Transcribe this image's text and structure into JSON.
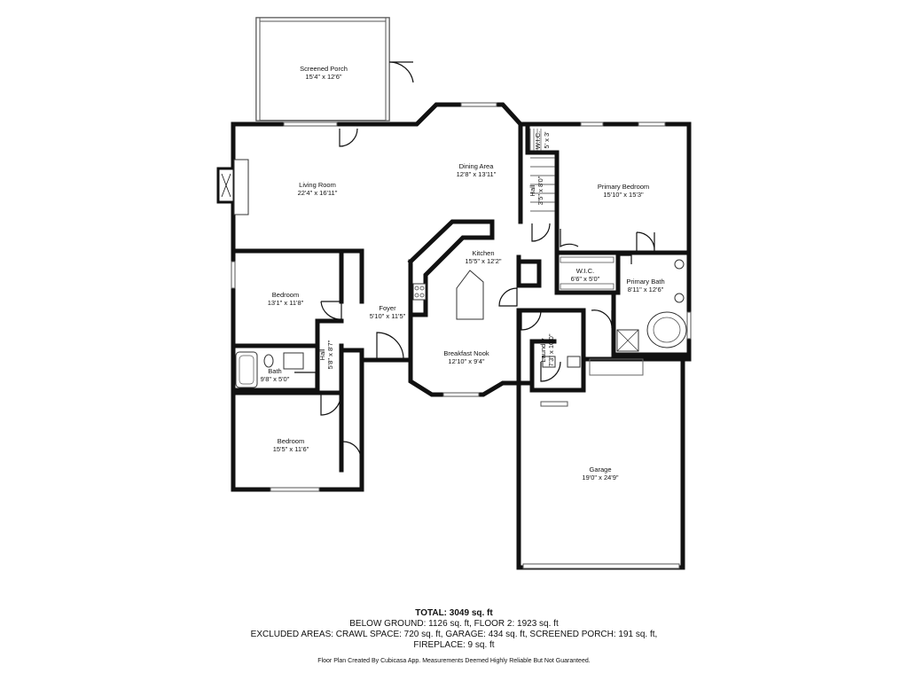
{
  "rooms": {
    "screened_porch": {
      "name": "Screened Porch",
      "dims": "15'4\" x 12'6\""
    },
    "living_room": {
      "name": "Living Room",
      "dims": "22'4\" x 16'11\""
    },
    "dining_area": {
      "name": "Dining Area",
      "dims": "12'8\" x 13'11\""
    },
    "wic_small": {
      "name": "W.I.C.",
      "dims": "5' x 3'"
    },
    "hall_upper": {
      "name": "Hall",
      "dims": "3'5\" x 8'0\""
    },
    "primary_bedroom": {
      "name": "Primary Bedroom",
      "dims": "15'10\" x 15'3\""
    },
    "kitchen": {
      "name": "Kitchen",
      "dims": "15'5\" x 12'2\""
    },
    "wic_primary": {
      "name": "W.I.C.",
      "dims": "6'6\" x 5'0\""
    },
    "primary_bath": {
      "name": "Primary Bath",
      "dims": "8'11\" x 12'6\""
    },
    "bedroom_1": {
      "name": "Bedroom",
      "dims": "13'1\" x 11'8\""
    },
    "foyer": {
      "name": "Foyer",
      "dims": "5'10\" x 11'5\""
    },
    "hall_lower": {
      "name": "Hall",
      "dims": "5'8\" x 8'7\""
    },
    "bath": {
      "name": "Bath",
      "dims": "9'8\" x 5'0\""
    },
    "breakfast_nook": {
      "name": "Breakfast Nook",
      "dims": "12'10\" x 9'4\""
    },
    "laundry": {
      "name": "Laundry",
      "dims": "7'3\" x 10'0\""
    },
    "bedroom_2": {
      "name": "Bedroom",
      "dims": "15'5\" x 11'6\""
    },
    "garage": {
      "name": "Garage",
      "dims": "19'0\" x 24'9\""
    }
  },
  "summary": {
    "total": "TOTAL: 3049 sq. ft",
    "below": "BELOW GROUND: 1126 sq. ft, FLOOR 2: 1923 sq. ft",
    "excluded": "EXCLUDED AREAS: CRAWL SPACE: 720 sq. ft, GARAGE: 434 sq. ft, SCREENED PORCH: 191 sq. ft,",
    "fireplace": "FIREPLACE: 9 sq. ft",
    "credit": "Floor Plan Created By Cubicasa App. Measurements Deemed Highly Reliable But Not Guaranteed."
  }
}
